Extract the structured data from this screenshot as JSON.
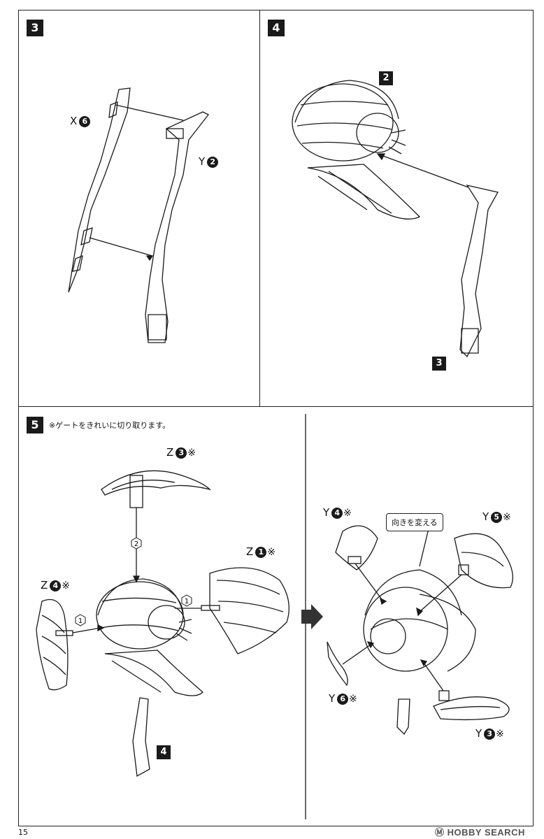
{
  "steps": {
    "s3": {
      "number": "3",
      "parts": {
        "x": "X",
        "x_num": "6",
        "y": "Y",
        "y_num": "2"
      }
    },
    "s4": {
      "number": "4",
      "ref_top": "2",
      "ref_bottom": "3"
    },
    "s5": {
      "number": "5",
      "note": "※ゲートをきれいに切り取ります。",
      "left": {
        "z3": "Z",
        "z3_num": "3",
        "z1": "Z",
        "z1_num": "1",
        "z4": "Z",
        "z4_num": "4",
        "kome": "※",
        "order_1a": "1",
        "order_1b": "1",
        "order_2": "2",
        "ref_bottom": "4"
      },
      "right": {
        "callout": "向きを変える",
        "y4": "Y",
        "y4_num": "4",
        "y5": "Y",
        "y5_num": "5",
        "y6": "Y",
        "y6_num": "6",
        "y3": "Y",
        "y3_num": "3",
        "kome": "※"
      }
    }
  },
  "page_number": "15",
  "watermark": "HOBBY SEARCH"
}
